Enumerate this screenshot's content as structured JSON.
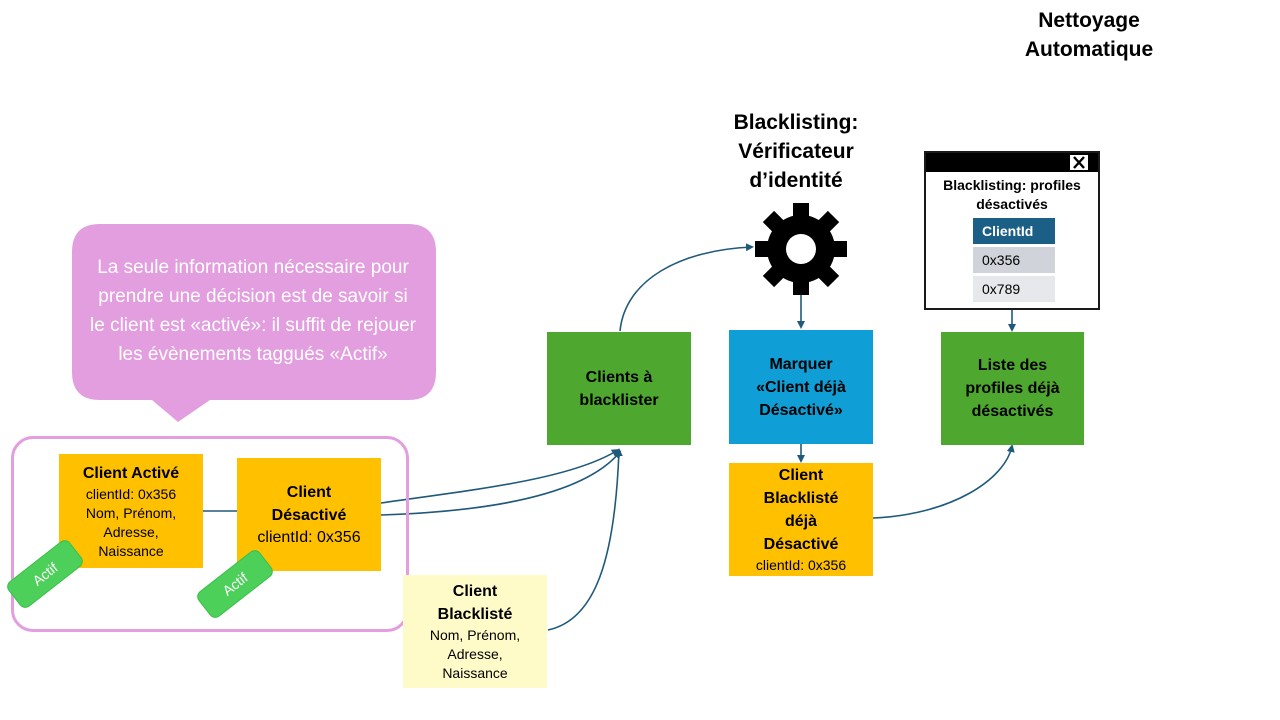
{
  "header": {
    "title_line1": "Nettoyage",
    "title_line2": "Automatique"
  },
  "blacklisting": {
    "title_line1": "Blacklisting:",
    "title_line2": "Vérificateur",
    "title_line3": "d’identité"
  },
  "callout": {
    "text": "La seule information nécessaire pour prendre une décision est de savoir si le client est «activé»: il suffit de rejouer les évènements taggués «Actif»"
  },
  "client_active": {
    "title": "Client Activé",
    "line1": "clientId:  0x356",
    "line2": "Nom, Prénom,",
    "line3": "Adresse,",
    "line4": "Naissance",
    "tag": "Actif"
  },
  "client_deactivated": {
    "title_line1": "Client",
    "title_line2": "Désactivé",
    "line1": "clientId: 0x356",
    "tag": "Actif"
  },
  "client_blacklisted": {
    "title_line1": "Client",
    "title_line2": "Blacklisté",
    "line1": "Nom, Prénom,",
    "line2": "Adresse,",
    "line3": "Naissance"
  },
  "clients_to_blacklist": {
    "line1": "Clients à",
    "line2": "blacklister"
  },
  "mark": {
    "line1": "Marquer",
    "line2": "«Client déjà",
    "line3": "Désactivé»"
  },
  "blacklisted_deactivated": {
    "line1": "Client",
    "line2": "Blacklisté",
    "line3": "déjà",
    "line4": "Désactivé",
    "line5": "clientId: 0x356"
  },
  "profiles_list": {
    "line1": "Liste des",
    "line2": "profiles déjà",
    "line3": "désactivés"
  },
  "table_window": {
    "title_line1": "Blacklisting: profiles",
    "title_line2": "désactivés",
    "icon": "x-icon",
    "header": "ClientId",
    "rows": [
      "0x356",
      "0x789"
    ]
  },
  "colors": {
    "green": "#4ea72e",
    "blue": "#0f9ed5",
    "orange": "#ffc000",
    "light_yellow": "#fffbc8",
    "pink": "#e29ede",
    "tag_green": "#4cd05a",
    "arrow": "#1f5a7a",
    "table_header": "#1b5f86"
  }
}
